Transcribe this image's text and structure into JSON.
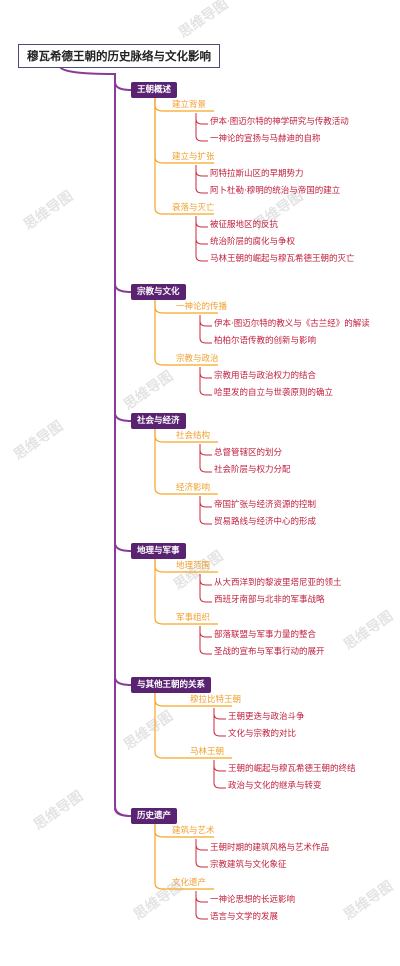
{
  "root": {
    "title": "穆瓦希德王朝的历史脉络与文化影响"
  },
  "watermark": "思维导图",
  "colors": {
    "branch": "#8a3a99",
    "sub": "#f5a623",
    "leaf": "#c9293e",
    "box": "#5a2372"
  },
  "sections": [
    {
      "title": "王朝概述",
      "subs": [
        {
          "title": "建立背景",
          "leaves": [
            "伊本·图迈尔特的神学研究与传教活动",
            "一神论的宣扬与马赫迪的自称"
          ]
        },
        {
          "title": "建立与扩张",
          "leaves": [
            "阿特拉斯山区的早期势力",
            "阿卜杜勒·穆明的统治与帝国的建立"
          ]
        },
        {
          "title": "衰落与灭亡",
          "leaves": [
            "被征服地区的反抗",
            "统治阶层的腐化与争权",
            "马林王朝的崛起与穆瓦希德王朝的灭亡"
          ]
        }
      ]
    },
    {
      "title": "宗教与文化",
      "subs": [
        {
          "title": "一神论的传播",
          "leaves": [
            "伊本·图迈尔特的教义与《古兰经》的解读",
            "柏柏尔语传教的创新与影响"
          ]
        },
        {
          "title": "宗教与政治",
          "leaves": [
            "宗教用语与政治权力的结合",
            "哈里发的自立与世袭原则的确立"
          ]
        }
      ]
    },
    {
      "title": "社会与经济",
      "subs": [
        {
          "title": "社会结构",
          "leaves": [
            "总督管辖区的划分",
            "社会阶层与权力分配"
          ]
        },
        {
          "title": "经济影响",
          "leaves": [
            "帝国扩张与经济资源的控制",
            "贸易路线与经济中心的形成"
          ]
        }
      ]
    },
    {
      "title": "地理与军事",
      "subs": [
        {
          "title": "地理范围",
          "leaves": [
            "从大西洋到的黎波里塔尼亚的领土",
            "西班牙南部与北非的军事战略"
          ]
        },
        {
          "title": "军事组织",
          "leaves": [
            "部落联盟与军事力量的整合",
            "圣战的宣布与军事行动的展开"
          ]
        }
      ]
    },
    {
      "title": "与其他王朝的关系",
      "subs": [
        {
          "title": "穆拉比特王朝",
          "leaves": [
            "王朝更迭与政治斗争",
            "文化与宗教的对比"
          ]
        },
        {
          "title": "马林王朝",
          "leaves": [
            "王朝的崛起与穆瓦希德王朝的终结",
            "政治与文化的继承与转变"
          ]
        }
      ]
    },
    {
      "title": "历史遗产",
      "subs": [
        {
          "title": "建筑与艺术",
          "leaves": [
            "王朝时期的建筑风格与艺术作品",
            "宗教建筑与文化象征"
          ]
        },
        {
          "title": "文化遗产",
          "leaves": [
            "一神论思想的长远影响",
            "语言与文学的发展"
          ]
        }
      ]
    }
  ]
}
